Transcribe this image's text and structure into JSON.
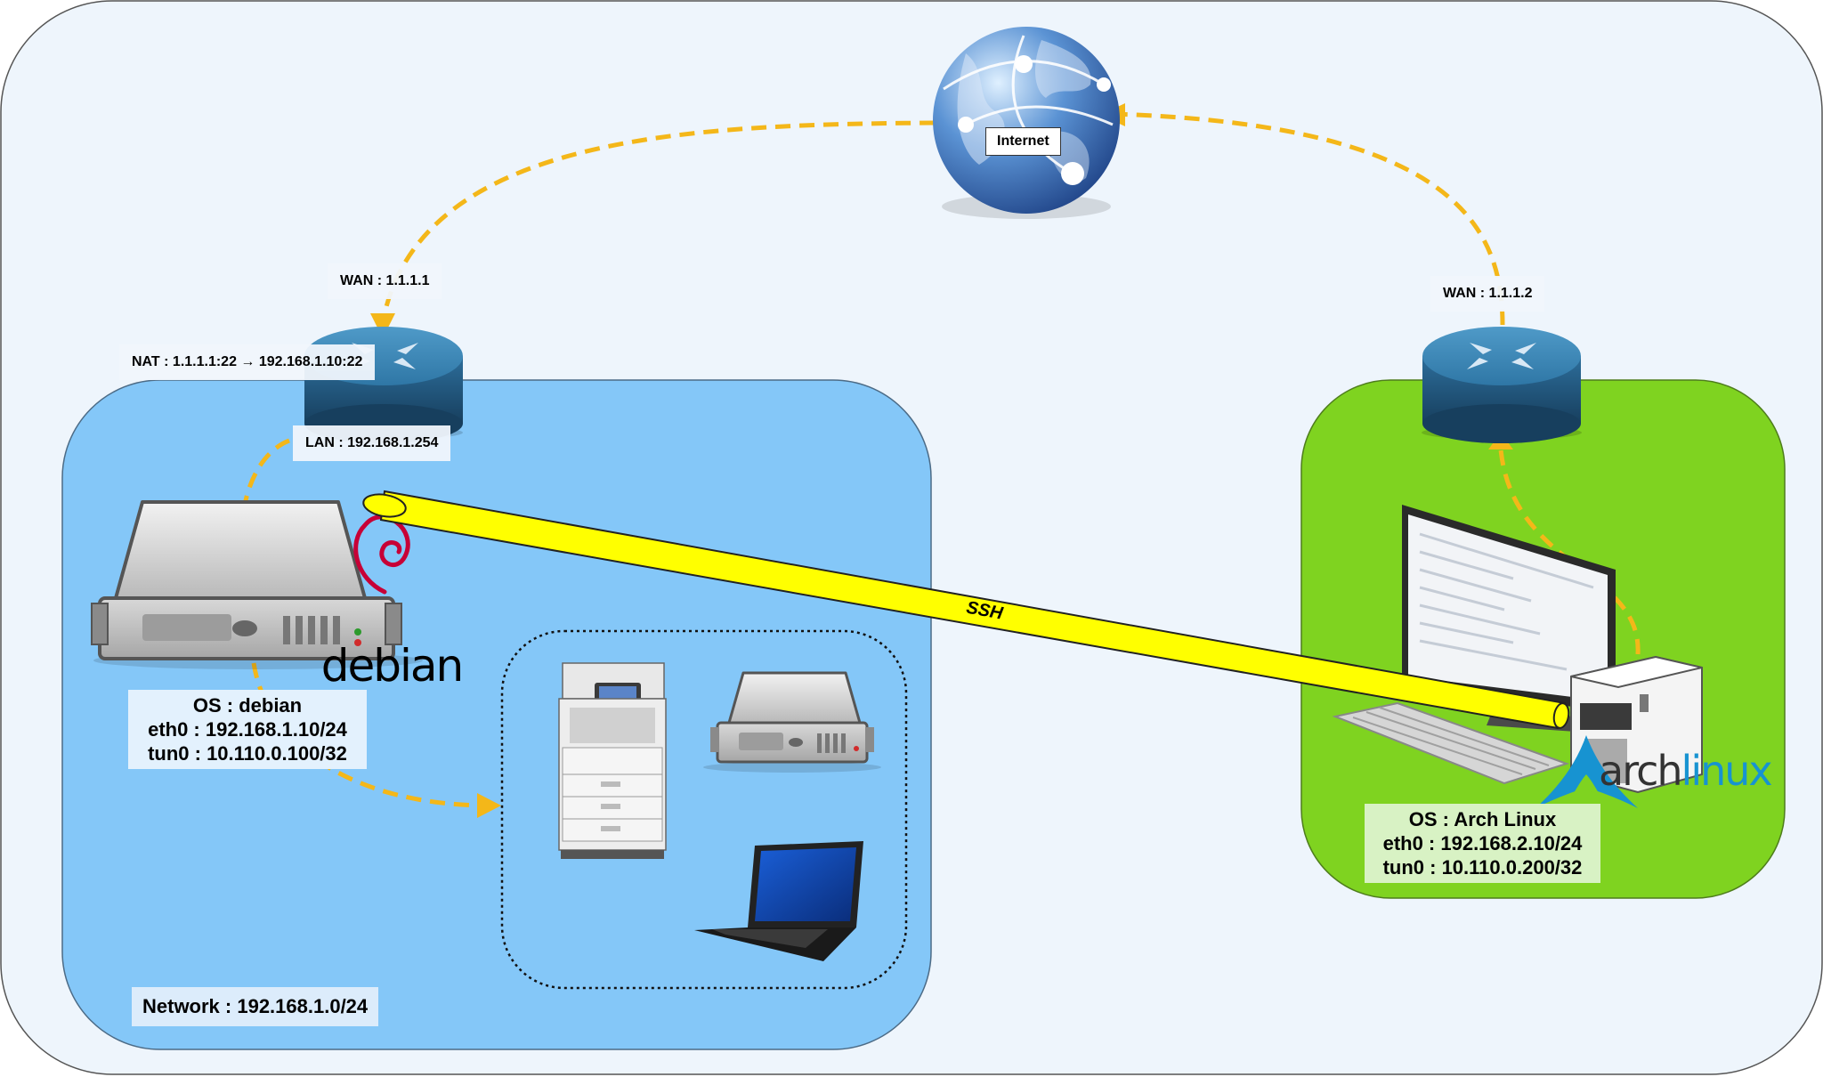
{
  "internet": {
    "label": "Internet"
  },
  "left_router": {
    "wan": "WAN : 1.1.1.1",
    "nat": "NAT : 1.1.1.1:22 → 192.168.1.10:22",
    "lan": "LAN : 192.168.1.254"
  },
  "right_router": {
    "wan": "WAN : 1.1.1.2"
  },
  "debian_server": {
    "logo_text": "debian",
    "os": "OS : debian",
    "eth0": "eth0 : 192.168.1.10/24",
    "tun0": "tun0 : 10.110.0.100/32"
  },
  "arch_client": {
    "logo_text_a": "arch",
    "logo_text_b": "linux",
    "os": "OS : Arch Linux",
    "eth0": "eth0 : 192.168.2.10/24",
    "tun0": "tun0 : 10.110.0.200/32"
  },
  "tunnel": {
    "label": "SSH"
  },
  "left_network": {
    "label": "Network : 192.168.1.0/24"
  },
  "colors": {
    "outer_bg": "#eef5fc",
    "left_zone": "#84c7f8",
    "right_zone": "#7fd320",
    "link": "#f4b719",
    "tunnel": "#ffff00",
    "router": "#2d6e9b"
  }
}
